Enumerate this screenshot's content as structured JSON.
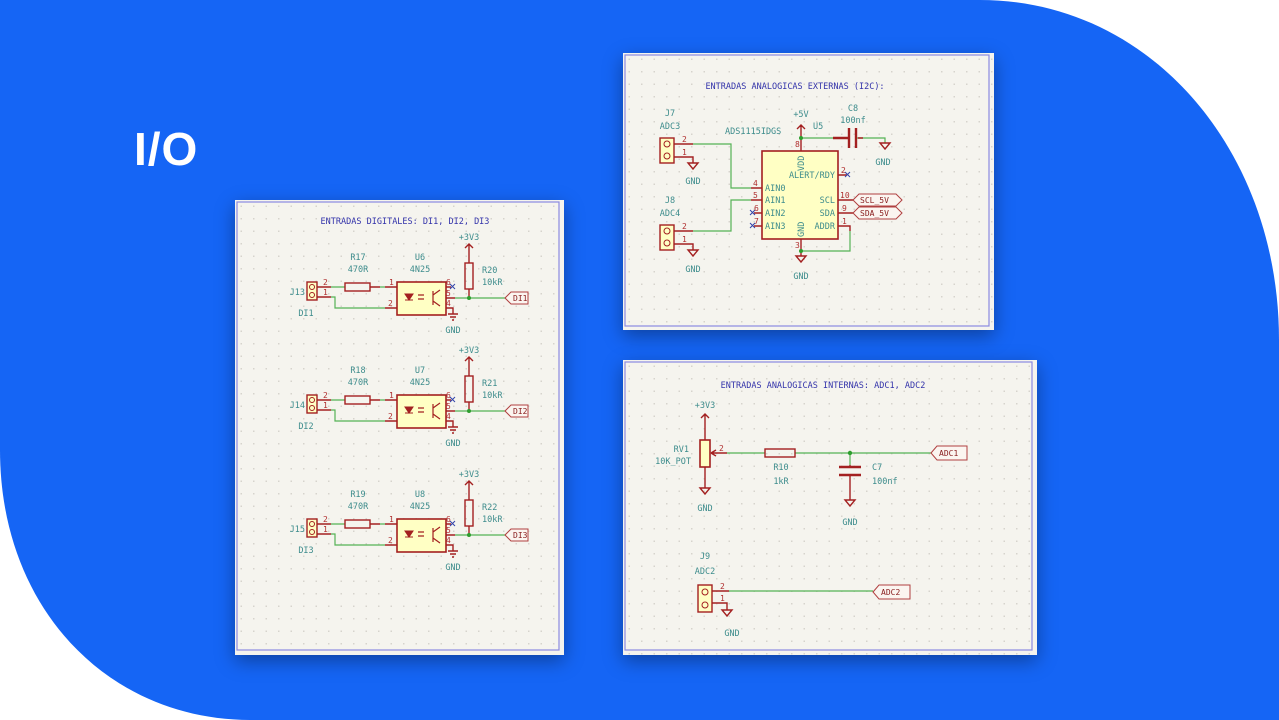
{
  "slide": {
    "title": "I/O",
    "colors": {
      "brand_blue": "#1565f5",
      "wire": "#55b255",
      "component": "#a32020",
      "body_fill": "#ffffc4"
    }
  },
  "digital": {
    "title": "ENTRADAS DIGITALES: DI1, DI2, DI3",
    "blocks": [
      {
        "connector": "J13",
        "input": "DI1",
        "resistor": "R17",
        "resistor_value": "470R",
        "opto": "U6",
        "opto_part": "4N25",
        "pullup": "R20",
        "pullup_value": "10kR",
        "supply": "+3V3",
        "gnd": "GND",
        "output": "DI1"
      },
      {
        "connector": "J14",
        "input": "DI2",
        "resistor": "R18",
        "resistor_value": "470R",
        "opto": "U7",
        "opto_part": "4N25",
        "pullup": "R21",
        "pullup_value": "10kR",
        "supply": "+3V3",
        "gnd": "GND",
        "output": "DI2"
      },
      {
        "connector": "J15",
        "input": "DI3",
        "resistor": "R19",
        "resistor_value": "470R",
        "opto": "U8",
        "opto_part": "4N25",
        "pullup": "R22",
        "pullup_value": "10kR",
        "supply": "+3V3",
        "gnd": "GND",
        "output": "DI3"
      }
    ],
    "pins": {
      "p1": "1",
      "p2": "2",
      "p4": "4",
      "p5": "5",
      "p6": "6"
    }
  },
  "external": {
    "title": "ENTRADAS ANALOGICAS EXTERNAS (I2C):",
    "j7": "J7",
    "j7_value": "ADC3",
    "j8": "J8",
    "j8_value": "ADC4",
    "supply": "+5V",
    "ic_ref": "U5",
    "ic_part": "ADS1115IDGS",
    "cap": "C8",
    "cap_value": "100nf",
    "gnd": "GND",
    "ic_pins": {
      "vdd": "VDD",
      "alert": "ALERT/RDY",
      "ain0": "AIN0",
      "ain1": "AIN1",
      "ain2": "AIN2",
      "ain3": "AIN3",
      "scl": "SCL",
      "sda": "SDA",
      "addr": "ADDR",
      "gnd": "GND"
    },
    "pin_numbers": {
      "vdd": "8",
      "alert": "2",
      "ain0": "4",
      "ain1": "5",
      "ain2": "6",
      "ain3": "7",
      "scl": "10",
      "sda": "9",
      "addr": "1",
      "gnd": "3",
      "c2": "2",
      "c1": "1"
    },
    "labels": {
      "scl": "SCL_5V",
      "sda": "SDA_5V"
    }
  },
  "internal": {
    "title": "ENTRADAS ANALOGICAS INTERNAS: ADC1, ADC2",
    "supply": "+3V3",
    "pot": "RV1",
    "pot_value": "10K_POT",
    "pot_pin": "2",
    "resistor": "R10",
    "resistor_value": "1kR",
    "cap": "C7",
    "cap_value": "100nf",
    "gnd": "GND",
    "label1": "ADC1",
    "j9": "J9",
    "j9_value": "ADC2",
    "label2": "ADC2",
    "pins": {
      "p1": "1",
      "p2": "2"
    }
  }
}
